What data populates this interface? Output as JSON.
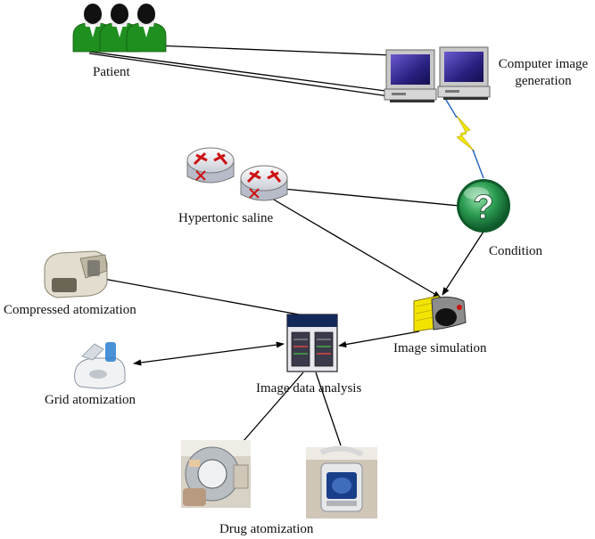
{
  "nodes": {
    "patient": {
      "label": "Patient"
    },
    "computer": {
      "label_line1": "Computer image",
      "label_line2": "generation"
    },
    "saline": {
      "label": "Hypertonic saline"
    },
    "condition": {
      "label": "Condition",
      "glyph": "?"
    },
    "compressed": {
      "label": "Compressed atomization"
    },
    "simulation": {
      "label": "Image simulation"
    },
    "analysis": {
      "label": "Image data analysis"
    },
    "grid": {
      "label": "Grid atomization"
    },
    "drug": {
      "label": "Drug atomization"
    }
  },
  "icons": {
    "patient": "person-group-icon",
    "computer": "computer-workstations-icon",
    "saline": "router-icon",
    "condition": "question-mark-icon",
    "compressed": "compressor-nebulizer-icon",
    "simulation": "scanner-icon",
    "analysis": "server-rack-icon",
    "grid": "mesh-nebulizer-icon",
    "drug": "atomizer-device-photo-icon"
  },
  "colors": {
    "patient_green": "#1f8f1f",
    "lightning_yellow": "#f2e600",
    "condition_green": "#1f7a3a",
    "router_red": "#cc1111",
    "rack_navy": "#14285a"
  }
}
